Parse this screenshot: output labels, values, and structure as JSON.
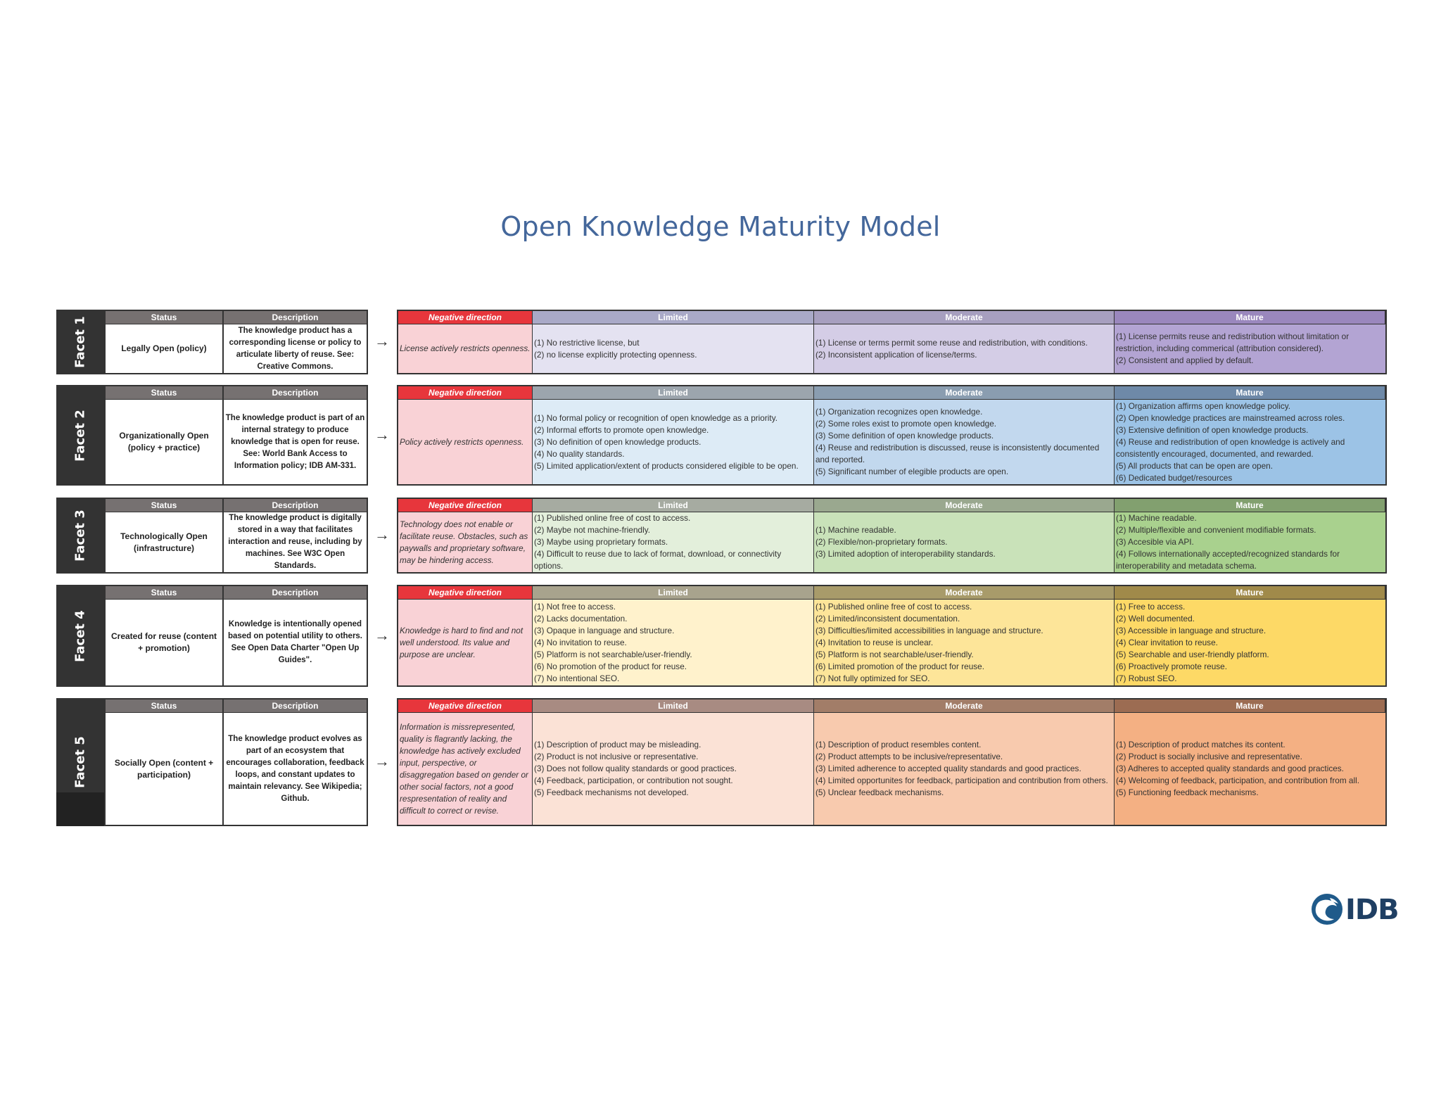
{
  "title": "Open Knowledge Maturity Model",
  "headers": {
    "status": "Status",
    "description": "Description",
    "negative": "Negative direction",
    "limited": "Limited",
    "moderate": "Moderate",
    "mature": "Mature"
  },
  "arrow": "→",
  "logo": {
    "text": "IDB",
    "icon": "globe-icon"
  },
  "facets": [
    {
      "label": "Facet 1",
      "status": "Legally Open (policy)",
      "description": "The knowledge product has a corresponding license or policy to articulate liberty of reuse. See: Creative Commons.",
      "negative": "License actively restricts openness.",
      "limited": [
        "(1) No restrictive license, but",
        "(2) no license explicitly protecting openness."
      ],
      "moderate": [
        "(1) License or terms permit some reuse and redistribution, with conditions.",
        "(2) Inconsistent application of license/terms."
      ],
      "mature": [
        "(1) License permits reuse and redistribution without limitation or restriction, including commerical (attribution considered).",
        "(2) Consistent and applied by default."
      ],
      "colors": {
        "limited_head": "#a9a9c7",
        "moderate_head": "#a79fbf",
        "mature_head": "#9a87bd",
        "limited_body": "#e4e2f1",
        "moderate_body": "#d4cde6",
        "mature_body": "#b3a4d3"
      }
    },
    {
      "label": "Facet 2",
      "status": "Organizationally Open (policy + practice)",
      "description": "The knowledge product is part of an internal strategy to produce knowledge that is open for reuse. See: World Bank Access to Information policy; IDB AM-331.",
      "negative": "Policy actively restricts openness.",
      "limited": [
        "(1) No formal policy or recognition of open knowledge as a priority.",
        "(2) Informal efforts to promote open knowledge.",
        "(3) No definition of open knowledge products.",
        "(4) No quality standards.",
        "(5) Limited application/extent of products considered eligible to be open."
      ],
      "moderate": [
        "(1) Organization recognizes open knowledge.",
        "(2) Some roles exist to promote open knowledge.",
        "(3) Some definition of open knowledge products.",
        "(4) Reuse and redistribution is discussed, reuse is inconsistently documented and reported.",
        "(5) Significant number of elegible products are open."
      ],
      "mature": [
        "(1) Organization affirms open knowledge policy.",
        "(2) Open knowledge practices are mainstreamed across roles.",
        "(3) Extensive definition of open knowledge products.",
        "(4) Reuse and redistribution of open knowledge is actively and consistently encouraged, documented, and rewarded.",
        "(5) All products that can be open are open.",
        "(6) Dedicated budget/resources"
      ],
      "colors": {
        "limited_head": "#9ca5ad",
        "moderate_head": "#8a9db0",
        "mature_head": "#6e89a8",
        "limited_body": "#ddebf6",
        "moderate_body": "#c2d8ee",
        "mature_body": "#9cc3e6"
      }
    },
    {
      "label": "Facet 3",
      "status": "Technologically Open (infrastructure)",
      "description": "The knowledge product is digitally stored in a way that facilitates interaction and reuse, including by machines. See W3C Open Standards.",
      "negative": "Technology does not enable or facilitate reuse. Obstacles, such as paywalls and proprietary software, may be hindering access.",
      "limited": [
        "(1) Published online free of cost to access.",
        "(2) Maybe not machine-friendly.",
        "(3) Maybe using proprietary formats.",
        "(4) Difficult to reuse due to lack of format, download, or connectivity options."
      ],
      "moderate": [
        "(1) Machine readable.",
        "(2) Flexible/non-proprietary formats.",
        "(3) Limited adoption of interoperability standards."
      ],
      "mature": [
        "(1) Machine readable.",
        "(2) Multiple/flexible and convenient modifiable formats.",
        "(3) Accesible via API.",
        "(4) Follows internationally accepted/recognized standards for interoperability and metadata schema."
      ],
      "colors": {
        "limited_head": "#a6aba1",
        "moderate_head": "#9aa88f",
        "mature_head": "#82a06f",
        "limited_body": "#e3efdb",
        "moderate_body": "#c9e2b9",
        "mature_body": "#a9d18e"
      }
    },
    {
      "label": "Facet 4",
      "status": "Created for reuse (content + promotion)",
      "description": "Knowledge is intentionally opened based on potential utility to others. See Open Data Charter \"Open Up Guides\".",
      "negative": "Knowledge is hard to find and not well understood. Its value and purpose are unclear.",
      "limited": [
        "(1) Not free to access.",
        "(2) Lacks documentation.",
        "(3) Opaque in language and structure.",
        "(4) No invitation to reuse.",
        "(5) Platform is not searchable/user-friendly.",
        "(6) No promotion of the product for reuse.",
        "(7) No intentional SEO."
      ],
      "moderate": [
        "(1) Published online free of cost to access.",
        "(2) Limited/inconsistent documentation.",
        "(3) Difficulties/limited accessibilities in language and structure.",
        "(4) Invitation to reuse is unclear.",
        "(5) Platform is not searchable/user-friendly.",
        "(6) Limited promotion of the product for reuse.",
        "(7) Not fully optimized for SEO."
      ],
      "mature": [
        "(1) Free to access.",
        "(2) Well documented.",
        "(3) Accessible in language and structure.",
        "(4) Clear invitation to reuse.",
        "(5) Searchable and user-friendly platform.",
        "(6) Proactively promote reuse.",
        "(7) Robust SEO."
      ],
      "colors": {
        "limited_head": "#a8a38d",
        "moderate_head": "#a89b6a",
        "mature_head": "#a08a4a",
        "limited_body": "#fff2cc",
        "moderate_body": "#fde599",
        "mature_body": "#fdd966"
      }
    },
    {
      "label": "Facet 5",
      "status": "Socially Open (content + participation)",
      "description": "The knowledge product evolves as part of an ecosystem that encourages collaboration, feedback loops, and constant updates to maintain relevancy. See Wikipedia; Github.",
      "negative": "Information is missrepresented, quality is flagrantly lacking, the knowledge has actively excluded input, perspective, or disaggregation based on gender or other social factors, not a good respresentation of reality and difficult to correct or revise.",
      "limited": [
        "(1) Description of product may be misleading.",
        "(2) Product is not inclusive or representative.",
        "(3) Does not follow quality standards or good practices.",
        "(4) Feedback, participation, or contribution not sought.",
        "(5) Feedback mechanisms not developed."
      ],
      "moderate": [
        "(1) Description of product resembles content.",
        "(2) Product attempts to be inclusive/representative.",
        "(3) Limited adherence to accepted quality standards and good practices.",
        "(4) Limited opportunites for feedback, participation and contribution from others.",
        "(5) Unclear feedback mechanisms."
      ],
      "mature": [
        "(1) Description of product matches its content.",
        "(2) Product is socially inclusive and representative.",
        "(3) Adheres to accepted quality standards and good practices.",
        "(4) Welcoming of feedback, participation, and contribution from all.",
        "(5) Functioning feedback mechanisms."
      ],
      "colors": {
        "limited_head": "#a88b82",
        "moderate_head": "#a27d68",
        "mature_head": "#9c6c52",
        "limited_body": "#fbe2d6",
        "moderate_body": "#f8caae",
        "mature_body": "#f4b083"
      }
    }
  ]
}
